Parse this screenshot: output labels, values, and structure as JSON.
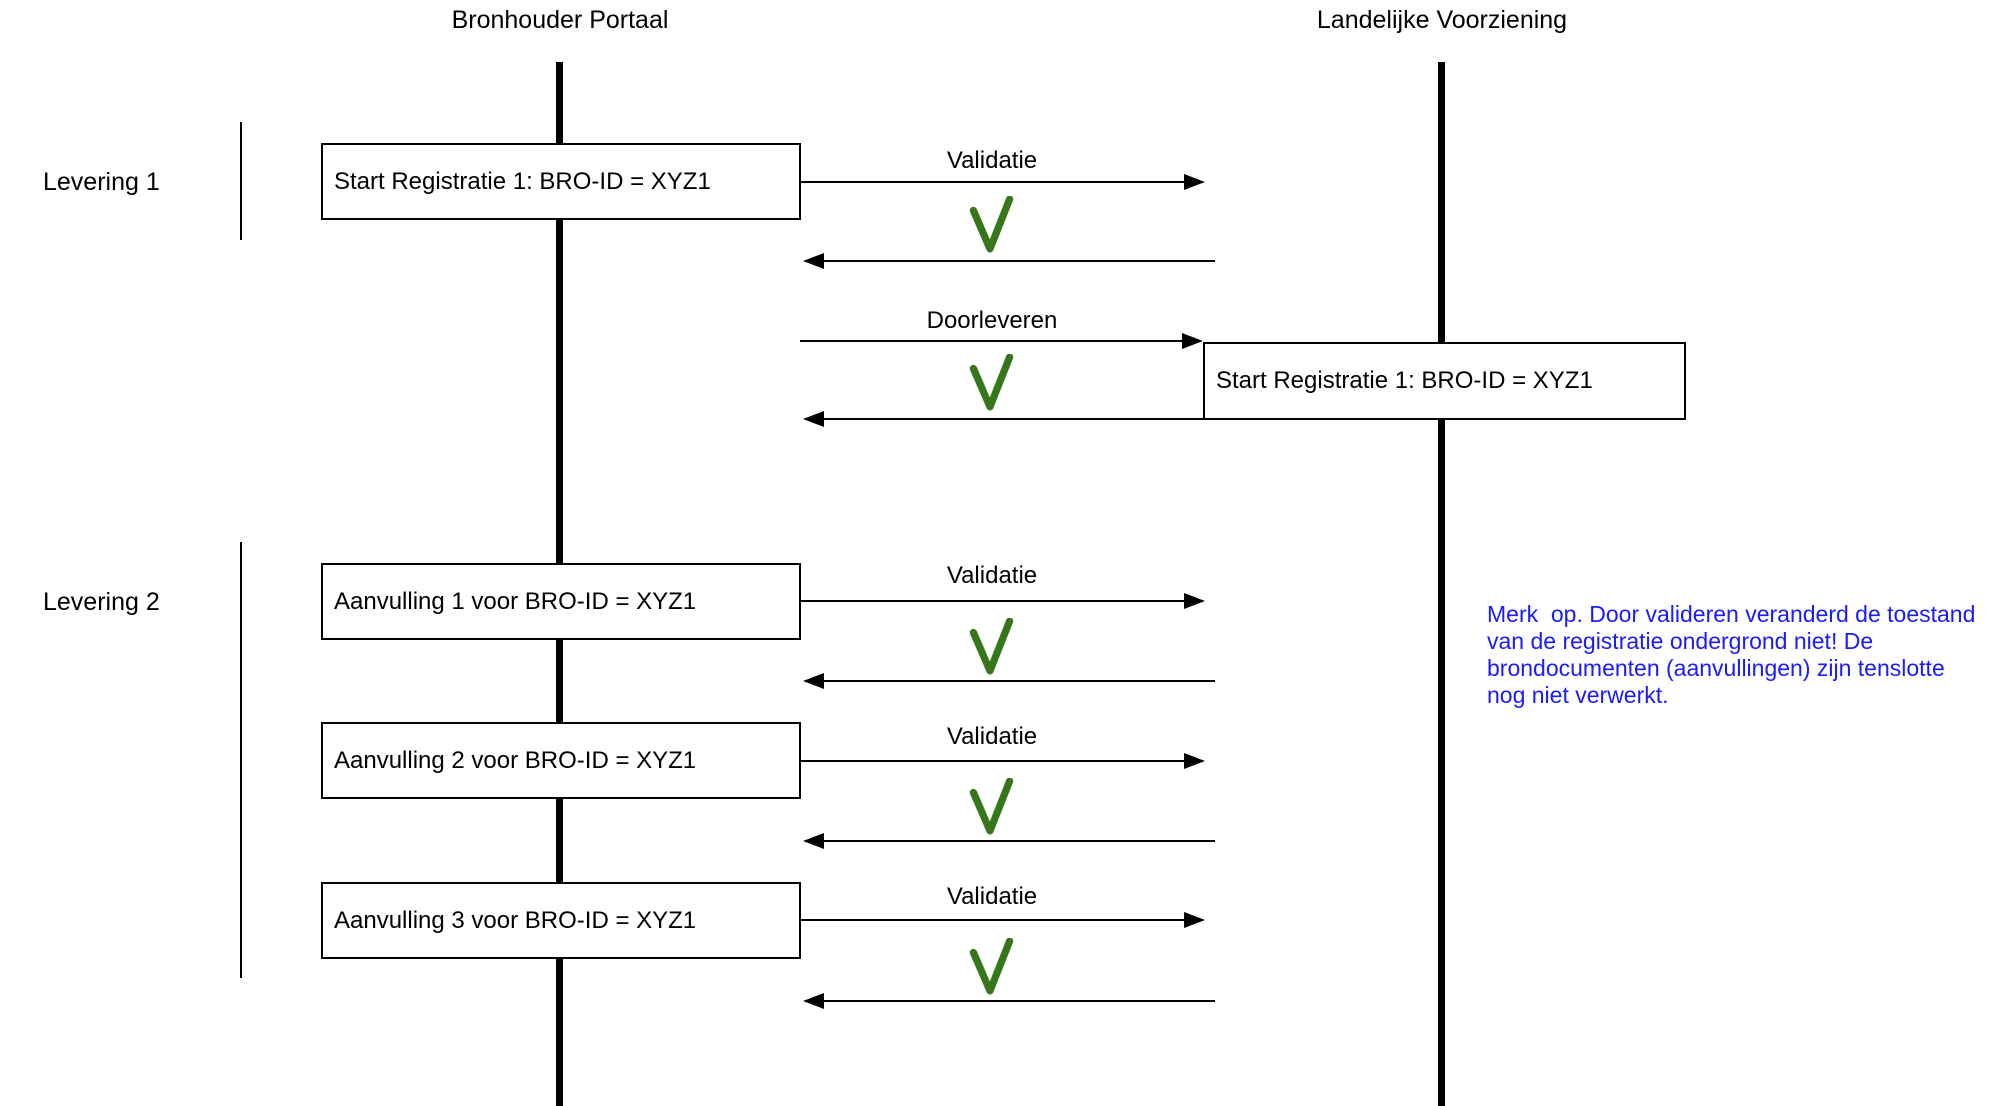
{
  "diagram": {
    "participants": [
      {
        "name": "Bronhouder Portaal"
      },
      {
        "name": "Landelijke Voorziening"
      }
    ],
    "deliveries": [
      {
        "label": "Levering 1"
      },
      {
        "label": "Levering 2"
      }
    ],
    "boxes": [
      {
        "text": "Start Registratie 1: BRO-ID = XYZ1",
        "lane": "bronhouder-portaal"
      },
      {
        "text": "Start Registratie 1: BRO-ID = XYZ1",
        "lane": "landelijke-voorziening"
      },
      {
        "text": "Aanvulling 1 voor BRO-ID = XYZ1",
        "lane": "bronhouder-portaal"
      },
      {
        "text": "Aanvulling 2 voor BRO-ID = XYZ1",
        "lane": "bronhouder-portaal"
      },
      {
        "text": "Aanvulling 3 voor BRO-ID = XYZ1",
        "lane": "bronhouder-portaal"
      }
    ],
    "messages": [
      {
        "label": "Validatie",
        "direction": "right",
        "response": "check"
      },
      {
        "label": "Doorleveren",
        "direction": "right",
        "response": "check"
      },
      {
        "label": "Validatie",
        "direction": "right",
        "response": "check"
      },
      {
        "label": "Validatie",
        "direction": "right",
        "response": "check"
      },
      {
        "label": "Validatie",
        "direction": "right",
        "response": "check"
      }
    ],
    "note": {
      "lines": [
        "Merk  op. Door valideren veranderd de toestand",
        "van de registratie ondergrond niet! De",
        "brondocumenten (aanvullingen) zijn tenslotte",
        "nog niet verwerkt."
      ]
    },
    "colors": {
      "line": "#000000",
      "check_green": "#37771c",
      "note_blue": "#1a1aff"
    }
  }
}
